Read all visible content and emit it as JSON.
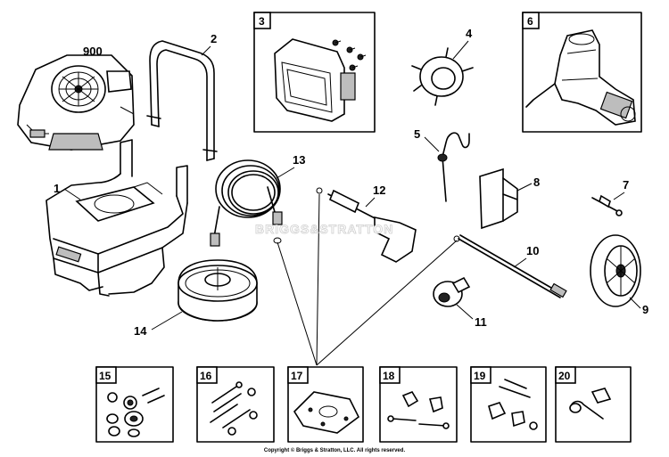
{
  "callouts": {
    "c900": "900",
    "c1": "1",
    "c2": "2",
    "c4": "4",
    "c5": "5",
    "c7": "7",
    "c8": "8",
    "c9": "9",
    "c10": "10",
    "c11": "11",
    "c12": "12",
    "c13": "13",
    "c14": "14"
  },
  "boxes": {
    "b3": "3",
    "b6": "6",
    "b15": "15",
    "b16": "16",
    "b17": "17",
    "b18": "18",
    "b19": "19",
    "b20": "20"
  },
  "watermark": "BRIGGS&STRATTON",
  "footer": {
    "copyright": "Copyright © Briggs & Stratton, LLC. All rights reserved."
  }
}
